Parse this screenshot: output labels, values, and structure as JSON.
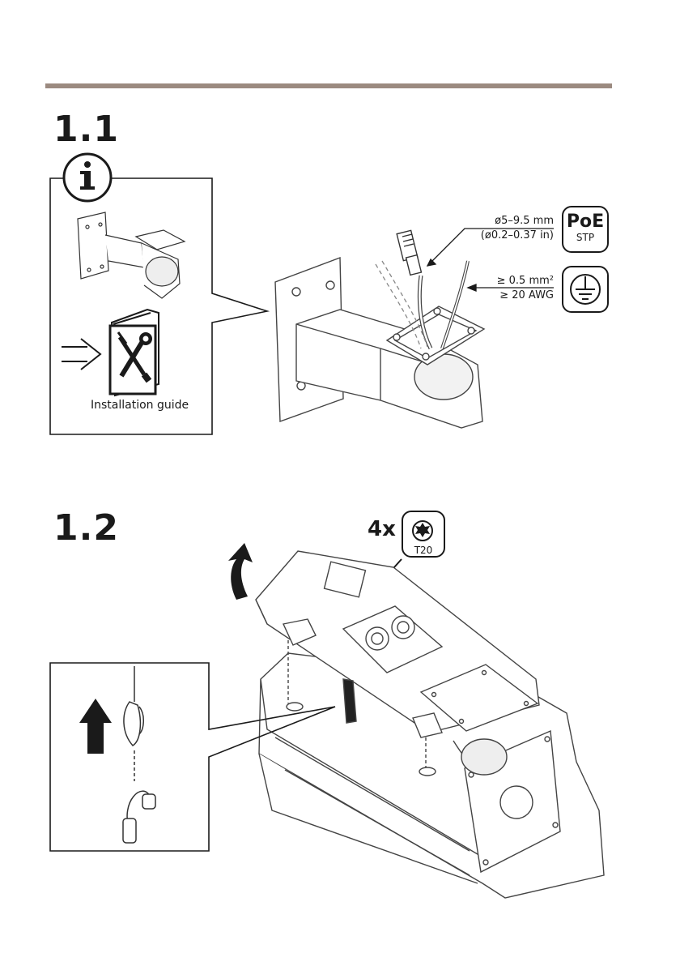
{
  "steps": [
    {
      "number": "1.1",
      "info_panel": {
        "icon": "info-icon",
        "guide_label": "Installation guide",
        "arrow_icon": "right-arrow-icon",
        "book_icon": "tools-booklet-icon"
      },
      "cable_callout": {
        "line1": "ø5–9.5 mm",
        "line2": "(ø0.2–0.37 in)",
        "badge_title": "PoE",
        "badge_sub": "STP"
      },
      "ground_callout": {
        "line1": "≥ 0.5 mm²",
        "line2": "≥ 20 AWG",
        "badge_icon": "ground-icon"
      }
    },
    {
      "number": "1.2",
      "screw_count": "4x",
      "screw_badge_label": "T20",
      "screw_badge_icon": "torx-icon",
      "lift_arrow_icon": "curved-up-arrow-icon",
      "detail_arrow_icon": "up-arrow-icon"
    }
  ],
  "colors": {
    "rule": "#9b8a80",
    "ink": "#1a1a1a",
    "line": "#555555"
  }
}
